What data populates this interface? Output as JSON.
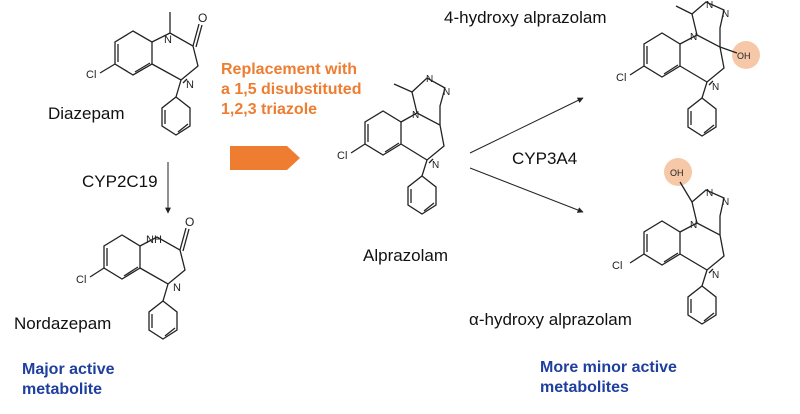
{
  "labels": {
    "diazepam": "Diazepam",
    "cyp2c19": "CYP2C19",
    "nordazepam": "Nordazepam",
    "major_line1": "Major active",
    "major_line2": "metabolite",
    "replacement_line1": "Replacement with",
    "replacement_line2": "a 1,5 disubstituted",
    "replacement_line3": "1,2,3 triazole",
    "alprazolam": "Alprazolam",
    "cyp3a4": "CYP3A4",
    "hydroxy4": "4-hydroxy alprazolam",
    "alpha_hydroxy": "α-hydroxy alprazolam",
    "minor_line1": "More minor active",
    "minor_line2": "metabolites"
  },
  "atoms": {
    "chloro": "Cl",
    "n": "N",
    "nh": "NH",
    "o": "O",
    "oh": "OH"
  },
  "colors": {
    "blue_text": "#1f3f9f",
    "orange_text": "#ee7d31",
    "orange_arrow": "#ee7d31",
    "highlight": "#f6c8a8",
    "bond": "#222222"
  }
}
